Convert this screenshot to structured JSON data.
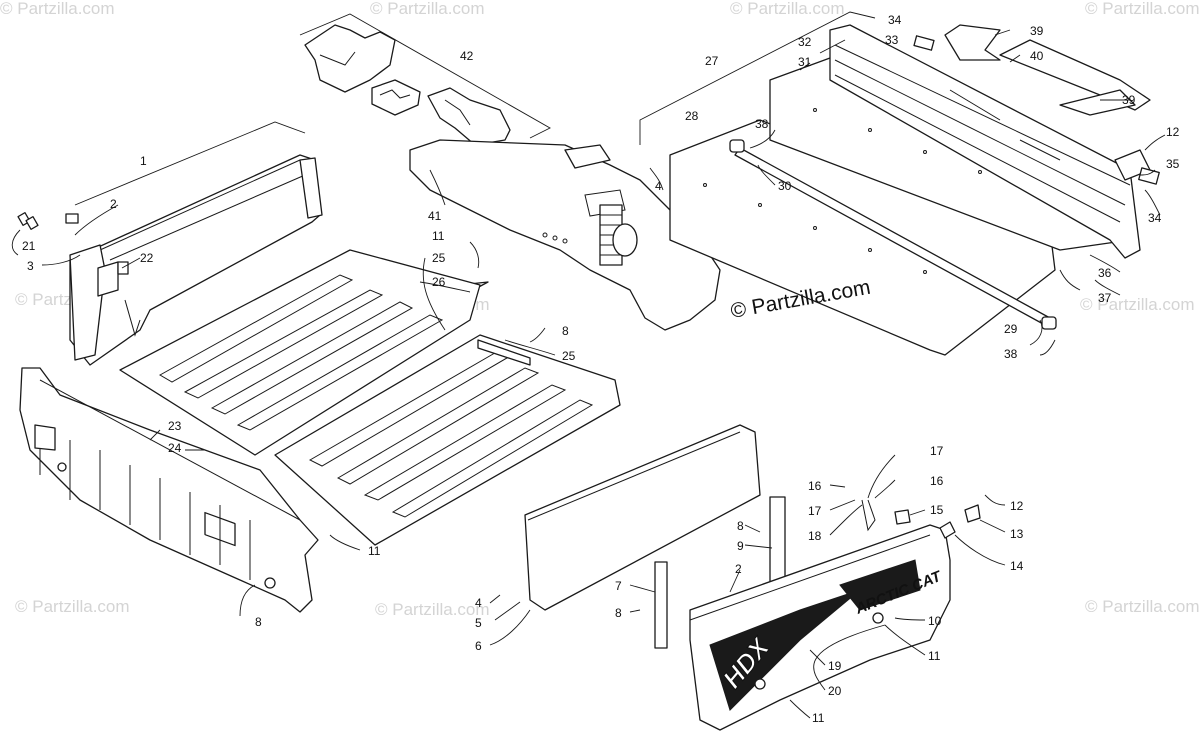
{
  "watermark_text": "© Partzilla.com",
  "copyright_text": "© Partzilla.com",
  "decal_brand_text": "ARCTIC CAT",
  "decal_model_text": "HDX",
  "callouts": [
    {
      "id": "c1",
      "label": "1"
    },
    {
      "id": "c2a",
      "label": "2"
    },
    {
      "id": "c21",
      "label": "21"
    },
    {
      "id": "c3",
      "label": "3"
    },
    {
      "id": "c22",
      "label": "22"
    },
    {
      "id": "c42",
      "label": "42"
    },
    {
      "id": "c41",
      "label": "41"
    },
    {
      "id": "c11a",
      "label": "11"
    },
    {
      "id": "c25a",
      "label": "25"
    },
    {
      "id": "c26",
      "label": "26"
    },
    {
      "id": "c8a",
      "label": "8"
    },
    {
      "id": "c25b",
      "label": "25"
    },
    {
      "id": "c23",
      "label": "23"
    },
    {
      "id": "c24",
      "label": "24"
    },
    {
      "id": "c11b",
      "label": "11"
    },
    {
      "id": "c8b",
      "label": "8"
    },
    {
      "id": "c27",
      "label": "27"
    },
    {
      "id": "c28",
      "label": "28"
    },
    {
      "id": "c32",
      "label": "32"
    },
    {
      "id": "c31",
      "label": "31"
    },
    {
      "id": "c34a",
      "label": "34"
    },
    {
      "id": "c33",
      "label": "33"
    },
    {
      "id": "c39a",
      "label": "39"
    },
    {
      "id": "c40",
      "label": "40"
    },
    {
      "id": "c39b",
      "label": "39"
    },
    {
      "id": "c12a",
      "label": "12"
    },
    {
      "id": "c35",
      "label": "35"
    },
    {
      "id": "c34b",
      "label": "34"
    },
    {
      "id": "c38a",
      "label": "38"
    },
    {
      "id": "c4a",
      "label": "4"
    },
    {
      "id": "c30",
      "label": "30"
    },
    {
      "id": "c36",
      "label": "36"
    },
    {
      "id": "c37",
      "label": "37"
    },
    {
      "id": "c29",
      "label": "29"
    },
    {
      "id": "c38b",
      "label": "38"
    },
    {
      "id": "c17a",
      "label": "17"
    },
    {
      "id": "c16a",
      "label": "16"
    },
    {
      "id": "c16b",
      "label": "16"
    },
    {
      "id": "c17b",
      "label": "17"
    },
    {
      "id": "c15",
      "label": "15"
    },
    {
      "id": "c18",
      "label": "18"
    },
    {
      "id": "c12b",
      "label": "12"
    },
    {
      "id": "c13",
      "label": "13"
    },
    {
      "id": "c14",
      "label": "14"
    },
    {
      "id": "c8c",
      "label": "8"
    },
    {
      "id": "c9",
      "label": "9"
    },
    {
      "id": "c2b",
      "label": "2"
    },
    {
      "id": "c7",
      "label": "7"
    },
    {
      "id": "c8d",
      "label": "8"
    },
    {
      "id": "c4b",
      "label": "4"
    },
    {
      "id": "c5",
      "label": "5"
    },
    {
      "id": "c6",
      "label": "6"
    },
    {
      "id": "c10",
      "label": "10"
    },
    {
      "id": "c11c",
      "label": "11"
    },
    {
      "id": "c19",
      "label": "19"
    },
    {
      "id": "c20",
      "label": "20"
    },
    {
      "id": "c11d",
      "label": "11"
    }
  ]
}
